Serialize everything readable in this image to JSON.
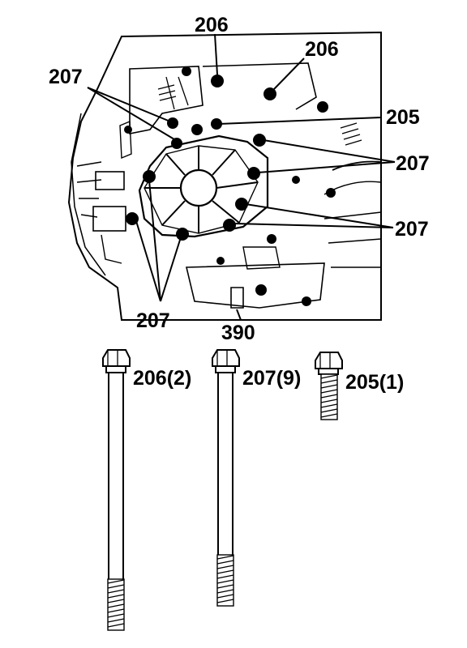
{
  "callouts": {
    "c206_top": "206",
    "c206_right": "206",
    "c207_topleft": "207",
    "c205": "205",
    "c207_right1": "207",
    "c207_right2": "207",
    "c207_bottom": "207",
    "c390": "390"
  },
  "bolts": [
    {
      "label": "206(2)",
      "length": "long"
    },
    {
      "label": "207(9)",
      "length": "long"
    },
    {
      "label": "205(1)",
      "length": "short"
    }
  ]
}
